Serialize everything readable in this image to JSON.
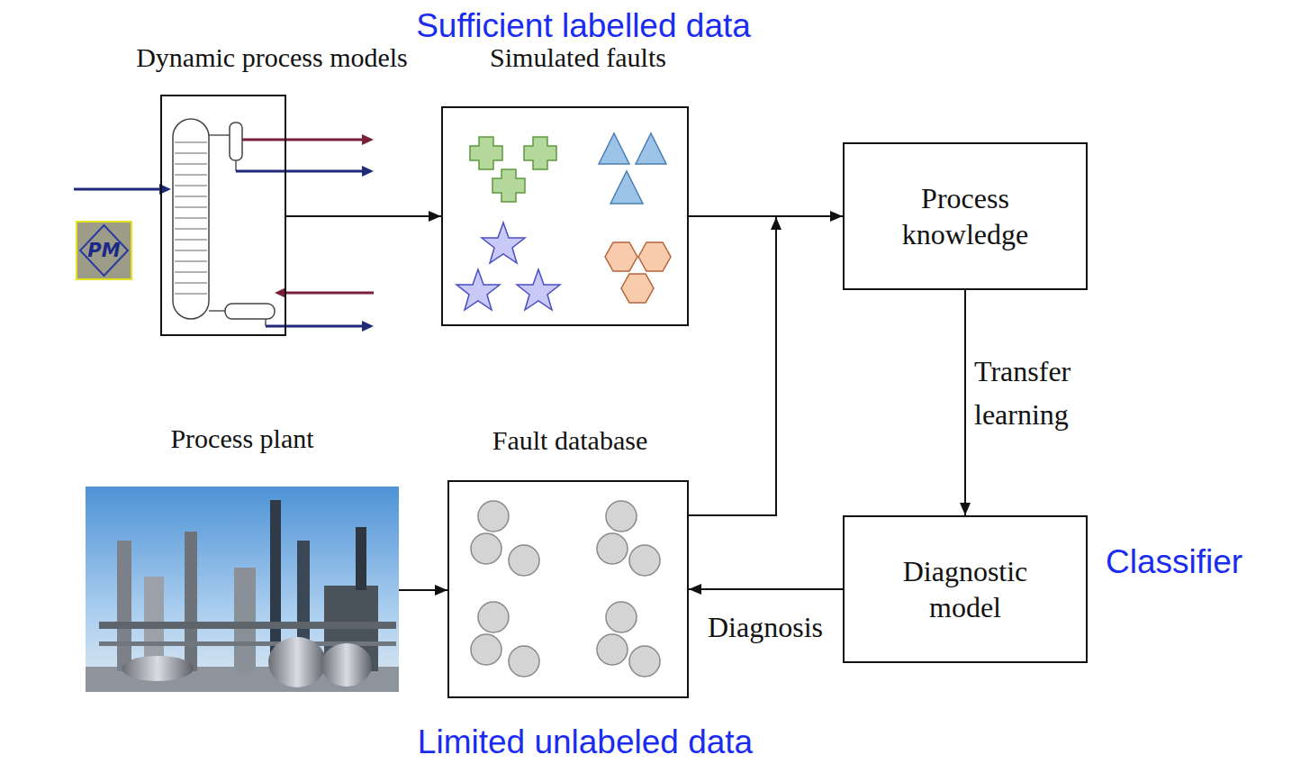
{
  "diagram": {
    "nodes": [
      {
        "text": [
          "Dynamic process models"
        ]
      },
      {
        "text": [
          "Simulated faults"
        ]
      },
      {
        "text": [
          "Process knowledge"
        ]
      },
      {
        "text": [
          "PM"
        ]
      },
      {
        "text": [
          "Process plant"
        ]
      },
      {
        "text": [
          "Fault database"
        ]
      },
      {
        "text": [
          "Diagnostic model"
        ]
      }
    ],
    "edges": [
      {
        "from": 0,
        "to": 1,
        "arrow": "to"
      },
      {
        "from": 1,
        "to": 2,
        "arrow": "to"
      },
      {
        "from": 5,
        "to": 2,
        "arrow": "to"
      },
      {
        "from": 2,
        "to": 6,
        "label": "Transfer learning",
        "arrow": "to"
      },
      {
        "from": 6,
        "to": 5,
        "label": "Diagnosis",
        "arrow": "to"
      },
      {
        "from": 4,
        "to": 5,
        "arrow": "to"
      }
    ],
    "labels": [
      "Sufficient labelled data",
      "Classifier",
      "Limited unlabeled data"
    ]
  }
}
